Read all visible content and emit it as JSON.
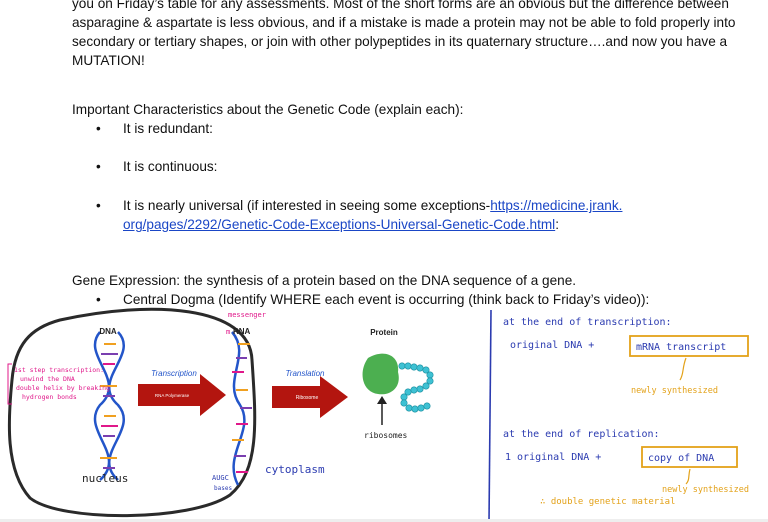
{
  "paragraph": "you on Friday’s table for any assessments.  Most of the short forms are an obvious but the difference between asparagine & aspartate is less obvious, and if a mistake is made a protein may not be able to fold properly into secondary or tertiary shapes, or join with other polypeptides in its quaternary structure….and now you have a MUTATION!",
  "characteristics": {
    "heading": "Important Characteristics about the Genetic Code (explain each):",
    "bullet_glyph": "•",
    "items": [
      "It is redundant:",
      "It is continuous:",
      "It is nearly universal (if interested in seeing some exceptions-"
    ],
    "link_line1": "https://medicine.jrank.",
    "link_line2": "org/pages/2292/Genetic-Code-Exceptions-Universal-Genetic-Code.html",
    "link_suffix": ":"
  },
  "gene_expression": {
    "heading": "Gene Expression:  the synthesis of a protein based on the DNA sequence of a gene.",
    "bullet": "Central Dogma (Identify WHERE each event is occurring (think back to Friday’s video)):"
  },
  "diagram": {
    "dna_label": "DNA",
    "messenger_label": "messenger",
    "rna_label": "RNA",
    "m_label": "m",
    "transcription_label": "Transcription",
    "rna_polymerase_label": "RNA Polymerase",
    "translation_label": "Translation",
    "ribosome_label": "Ribosome",
    "protein_label": "Protein",
    "nucleus_note": [
      "1st step transcription:",
      "unwind the DNA",
      "double helix by breaking",
      "hydrogen bonds"
    ],
    "nucleus_label": "nucleus",
    "augc_label": "AUGC",
    "bases_label": "bases",
    "cytoplasm_label": "cytoplasm",
    "ribosomes_label": "ribosomes"
  },
  "notes": {
    "transcription_end": "at the end of transcription:",
    "original_dna_1": "original DNA  +",
    "mrna_box": "mRNA transcript",
    "newly_synth_1": "newly synthesized",
    "replication_end": "at the end of replication:",
    "one_original": "1 original DNA  +",
    "copy_box": "copy of DNA",
    "newly_synth_2": "newly synthesized",
    "double_genetic": "∴ double genetic material"
  },
  "colors": {
    "link": "#1a46c6",
    "handwriting_blue": "#2b3bb0",
    "handwriting_orange": "#e3a21a",
    "note_magenta": "#e0188a",
    "arrow_red": "#b3150f",
    "protein_green": "#4caf50",
    "helix_blue": "#2355c9",
    "helix_orange": "#f0a020",
    "helix_purple": "#7a3fb0"
  }
}
